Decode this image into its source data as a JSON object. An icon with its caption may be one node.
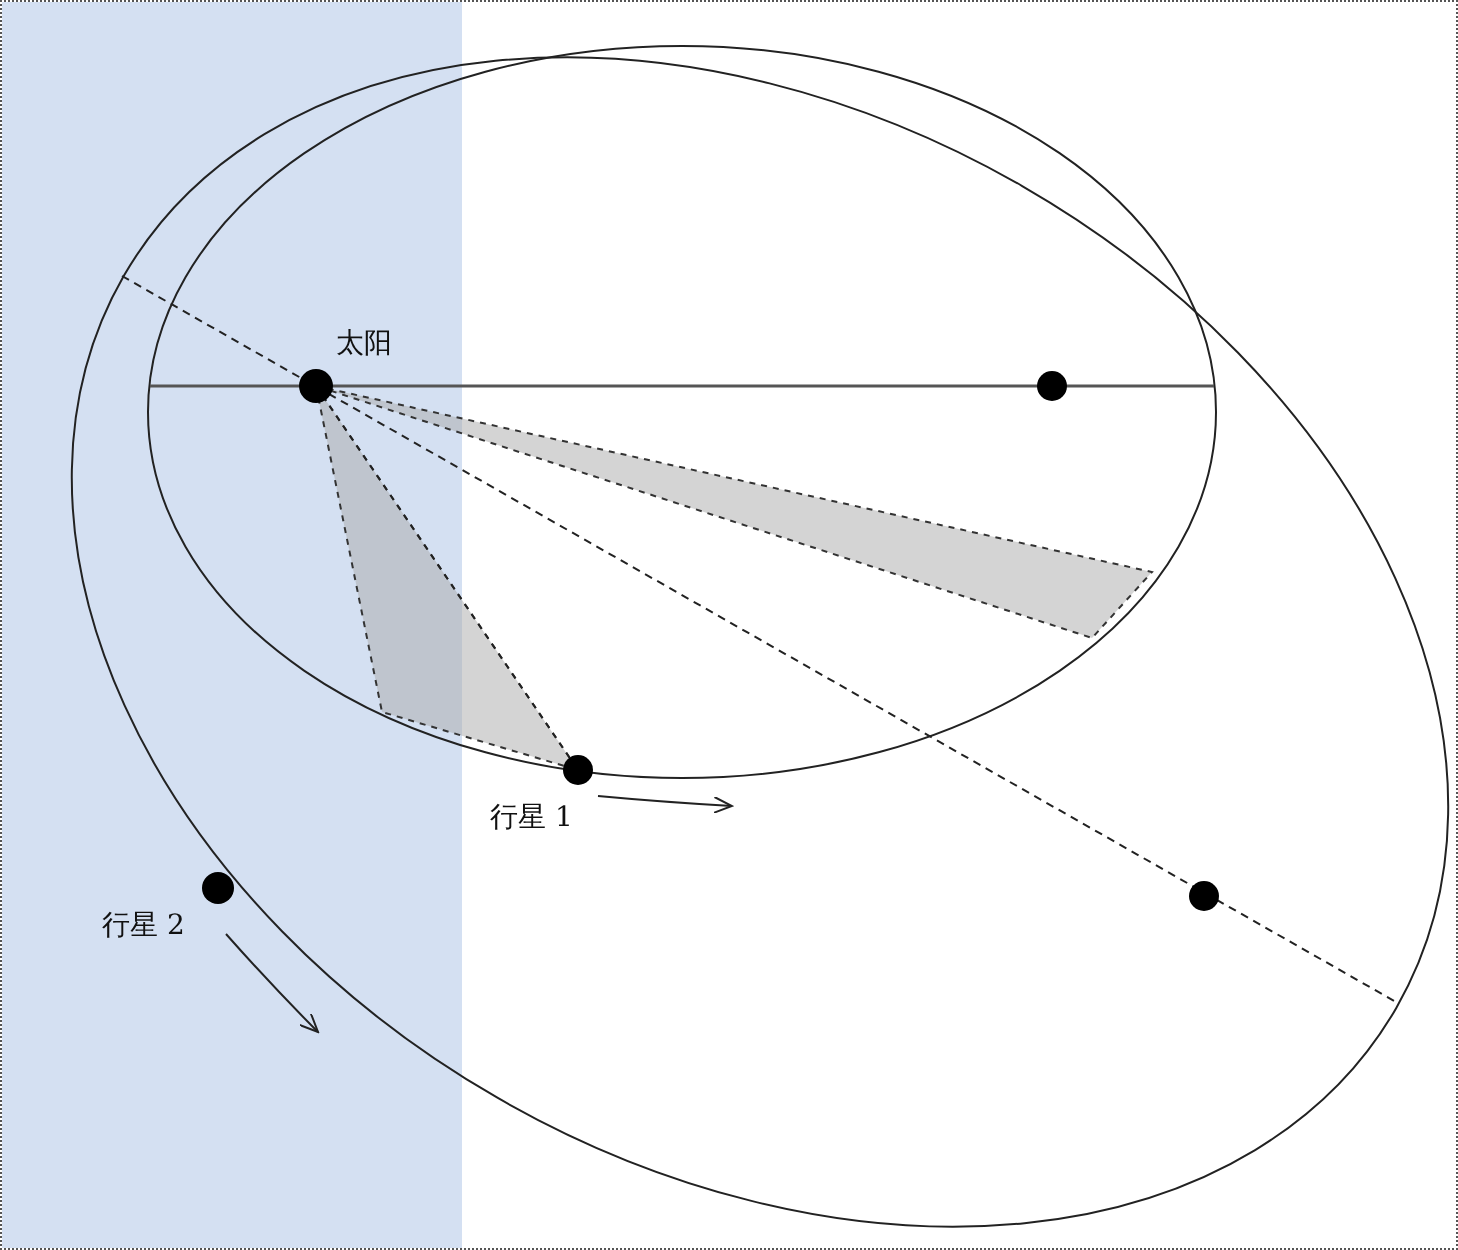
{
  "diagram": {
    "nodes": [
      {
        "text": [],
        "shape": "circle",
        "beside": [
          "太阳"
        ]
      },
      {
        "text": [],
        "shape": "circle"
      },
      {
        "text": [],
        "shape": "circle",
        "beside": [
          "行星 1"
        ]
      },
      {
        "text": [],
        "shape": "circle",
        "beside": [
          "行星 2"
        ]
      },
      {
        "text": [],
        "shape": "circle"
      }
    ]
  }
}
